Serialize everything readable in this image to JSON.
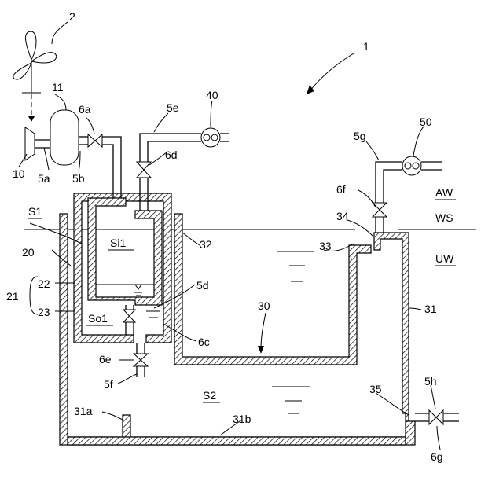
{
  "labels": {
    "system": "1",
    "turbine": "2",
    "tank11": "11",
    "comp10": "10",
    "p5a": "5a",
    "p5b": "5b",
    "v6a": "6a",
    "p5e": "5e",
    "pump40": "40",
    "v6d": "6d",
    "pump50": "50",
    "p5g": "5g",
    "v6f": "6f",
    "aw": "AW",
    "n34": "34",
    "ws": "WS",
    "s1": "S1",
    "w20": "20",
    "w32": "32",
    "n33": "33",
    "uw": "UW",
    "si1": "Si1",
    "n22": "22",
    "n21": "21",
    "n23": "23",
    "p5d": "5d",
    "so1": "So1",
    "n31": "31",
    "n30": "30",
    "v6c": "6c",
    "v6e": "6e",
    "p5f": "5f",
    "s2": "S2",
    "n35": "35",
    "p5h": "5h",
    "n31a": "31a",
    "n31b": "31b",
    "v6g": "6g"
  }
}
